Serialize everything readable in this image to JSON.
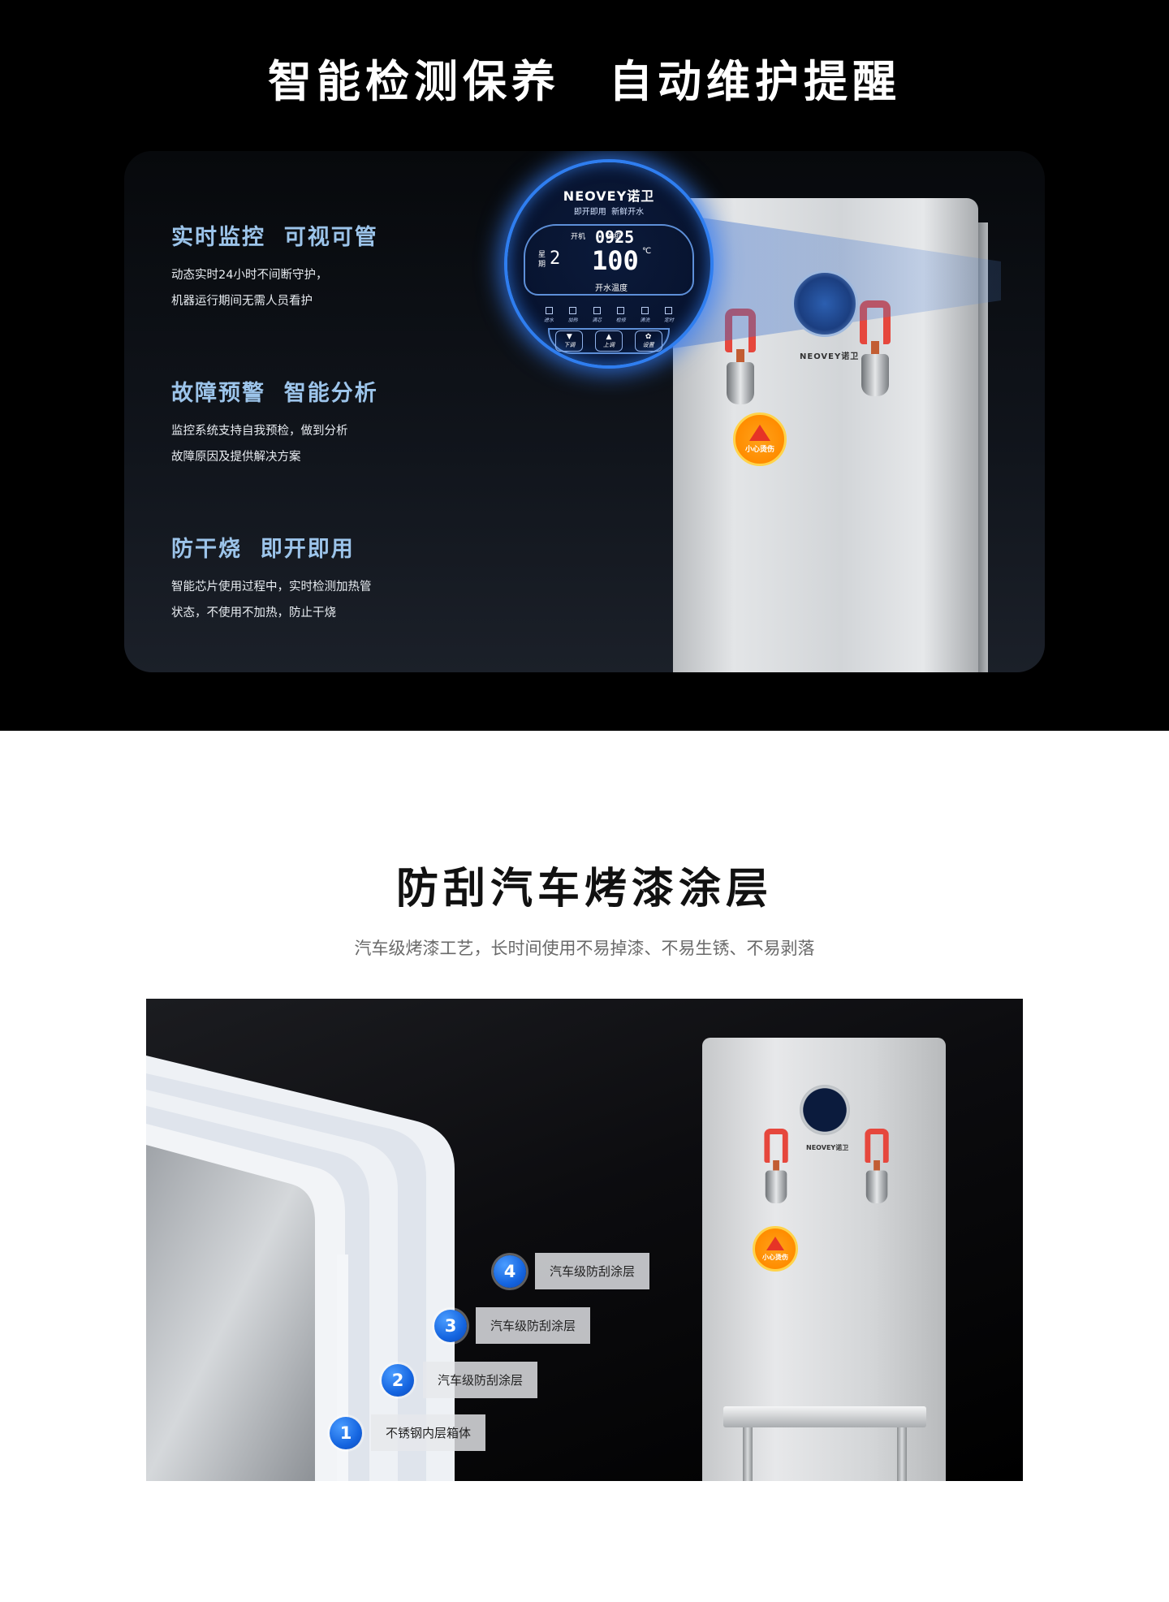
{
  "section1": {
    "title": "智能检测保养　自动维护提醒",
    "features": [
      {
        "title": "实时监控  可视可管",
        "lines": [
          "动态实时24小时不间断守护，",
          "机器运行期间无需人员看护"
        ]
      },
      {
        "title": "故障预警  智能分析",
        "lines": [
          "监控系统支持自我预检，做到分析",
          "故障原因及提供解决方案"
        ]
      },
      {
        "title": "防干烧  即开即用",
        "lines": [
          "智能芯片使用过程中，实时检测加热管",
          "状态，不使用不加热，防止干烧"
        ]
      }
    ],
    "dial": {
      "brand": "NEOVEY诺卫",
      "subtitle": "即开即用  新鲜开水",
      "row_labels": "开机         关机",
      "time": "0925",
      "day_label": "星期",
      "day": "2",
      "temperature": "100",
      "unit": "℃",
      "temperature_label": "开水温度",
      "icons": [
        "进水",
        "加热",
        "满芯",
        "检修",
        "清洗",
        "定时"
      ],
      "keys": [
        {
          "sym": "▼",
          "label": "下调"
        },
        {
          "sym": "▲",
          "label": "上调"
        },
        {
          "sym": "✿",
          "label": "设置"
        }
      ]
    },
    "machine_brand": "NEOVEY诺卫",
    "warning_label": "小心烫伤"
  },
  "section2": {
    "title": "防刮汽车烤漆涂层",
    "subtitle": "汽车级烤漆工艺，长时间使用不易掉漆、不易生锈、不易剥落",
    "callouts": [
      {
        "num": "4",
        "label": "汽车级防刮涂层"
      },
      {
        "num": "3",
        "label": "汽车级防刮涂层"
      },
      {
        "num": "2",
        "label": "汽车级防刮涂层"
      },
      {
        "num": "1",
        "label": "不锈钢内层箱体"
      }
    ],
    "cabinet_brand": "NEOVEY诺卫",
    "warning_label": "小心烫伤"
  },
  "colors": {
    "feature_title": "#9cc4ea",
    "accent_blue": "#1565e0",
    "tap_red": "#e6473d",
    "warning_orange": "#ff8c00"
  }
}
